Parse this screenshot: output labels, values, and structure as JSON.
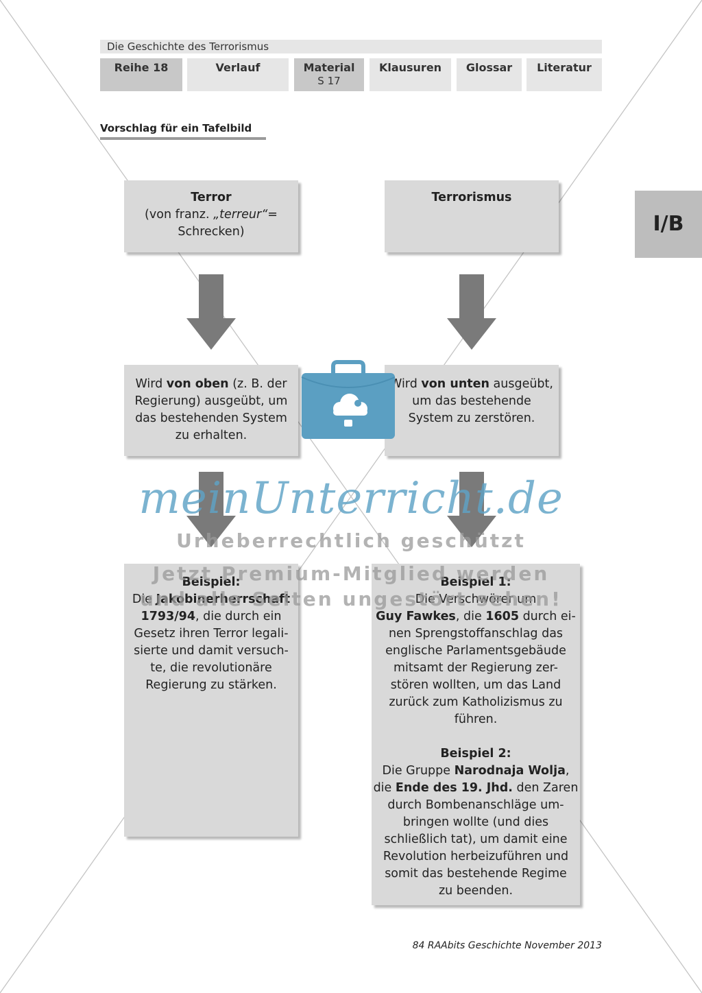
{
  "header": {
    "title": "Die Geschichte des Terrorismus",
    "tabs": [
      {
        "label": "Reihe 18",
        "sub": ""
      },
      {
        "label": "Verlauf",
        "sub": ""
      },
      {
        "label": "Material",
        "sub": "S 17"
      },
      {
        "label": "Klausuren",
        "sub": ""
      },
      {
        "label": "Glossar",
        "sub": ""
      },
      {
        "label": "Literatur",
        "sub": ""
      }
    ]
  },
  "side_tab": "I/B",
  "section_heading": "Vorschlag für ein Tafelbild",
  "left_column": {
    "top": {
      "title": "Terror",
      "line1_pre": "(von franz. ",
      "term": "„terreur“",
      "line1_post": "=",
      "line2": "Schrecken)"
    },
    "middle": {
      "pre": "Wird ",
      "bold": "von oben",
      "rest1": " (z. B. der",
      "line2": "Regierung) ausgeübt, um",
      "line3": "das bestehenden System",
      "line4": "zu erhalten."
    },
    "bottom": {
      "heading": "Beispiel:",
      "l1_pre": "Die ",
      "l1_bold": "Jakobinerherrschaft",
      "l2_bold": "1793/94",
      "l2_post": ", die durch ein",
      "l3": "Gesetz ihren Terror legali-",
      "l4": "sierte und damit versuch-",
      "l5": "te, die revolutionäre",
      "l6": "Regierung zu stärken."
    }
  },
  "right_column": {
    "top": {
      "title": "Terrorismus"
    },
    "middle": {
      "pre": "Wird ",
      "bold": "von unten",
      "rest1": " ausgeübt,",
      "line2": "um das bestehende",
      "line3": "System zu zerstören."
    },
    "bottom": {
      "h1": "Beispiel 1:",
      "a1": "Die Verschwörer um",
      "a2_bold1": "Guy Fawkes",
      "a2_mid": ", die ",
      "a2_bold2": "1605",
      "a2_post": " durch ei-",
      "a3": "nen Sprengstoffanschlag das",
      "a4": "englische Parlamentsgebäude",
      "a5": "mitsamt der Regierung zer-",
      "a6": "stören wollten, um das Land",
      "a7": "zurück zum Katholizismus zu",
      "a8": "führen.",
      "h2": "Beispiel 2:",
      "b1_pre": "Die Gruppe ",
      "b1_bold": "Narodnaja Wolja",
      "b1_post": ",",
      "b2_pre": "die ",
      "b2_bold": "Ende des 19. Jhd.",
      "b2_post": " den Zaren",
      "b3": "durch Bombenanschläge um-",
      "b4": "bringen wollte (und dies",
      "b5": "schließlich tat), um damit eine",
      "b6": "Revolution herbeizuführen und",
      "b7": "somit das bestehende Regime",
      "b8": "zu beenden."
    }
  },
  "watermark": {
    "brand": "meinUnterricht.de",
    "line1": "Urheberrechtlich geschützt",
    "line2": "Jetzt Premium-Mitglied werden",
    "line3": "und alle Seiten ungestört sehen!"
  },
  "footer": "84 RAAbits Geschichte November 2013",
  "colors": {
    "box": "#d9d9d9",
    "arrow": "#7a7a7a",
    "watermark_brand": "#5fa3c6",
    "watermark_logo": "#5b9fc2"
  }
}
